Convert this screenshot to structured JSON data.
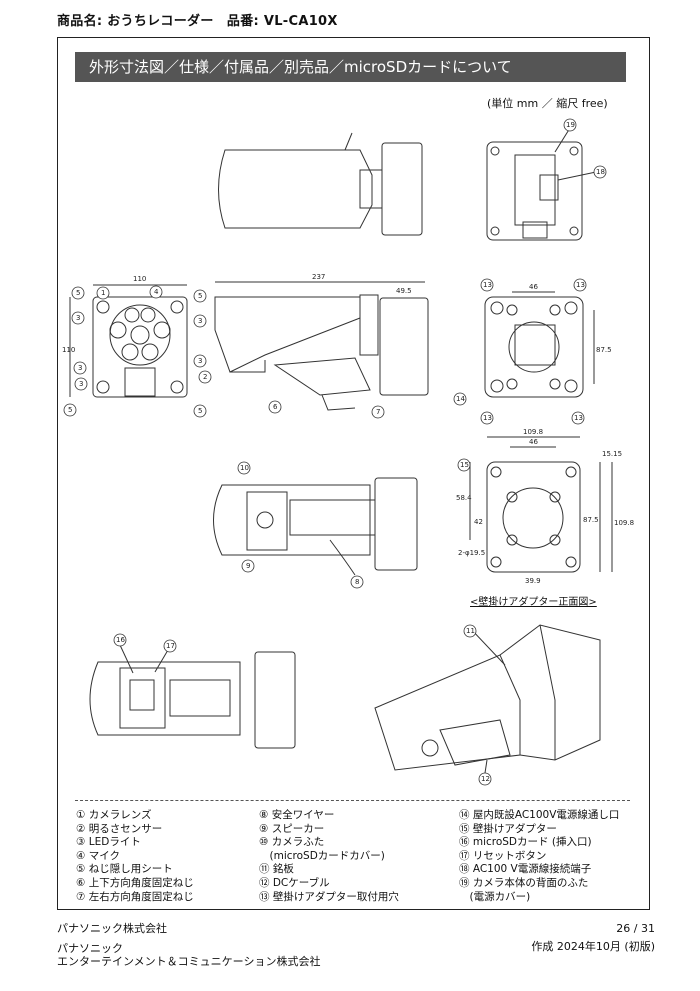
{
  "header": {
    "product_label": "商品名: おうちレコーダー　品番: VL-CA10X"
  },
  "section_title": "外形寸法図／仕様／付属品／別売品／microSDカードについて",
  "scale_note": "(単位 mm ／ 縮尺 free)",
  "drawing": {
    "dims": {
      "d110_top": "110",
      "d110_side": "110",
      "d237": "237",
      "d49_5": "49.5",
      "d46_a": "46",
      "d87_5_a": "87.5",
      "d109_8_top": "109.8",
      "d46_b": "46",
      "d15_15": "15.15",
      "d58_4": "58.4",
      "d42": "42",
      "d87_5_b": "87.5",
      "d109_8_right": "109.8",
      "d2_phi": "2-φ19.5",
      "d39_9": "39.9"
    },
    "callouts": [
      "1",
      "2",
      "3",
      "4",
      "5",
      "6",
      "7",
      "8",
      "9",
      "10",
      "11",
      "12",
      "13",
      "14",
      "15",
      "16",
      "17",
      "18",
      "19"
    ],
    "adapter_caption": "<壁掛けアダプター正面図>"
  },
  "legend": {
    "col1": [
      "① カメラレンズ",
      "② 明るさセンサー",
      "③ LEDライト",
      "④ マイク",
      "⑤ ねじ隠し用シート",
      "⑥ 上下方向角度固定ねじ",
      "⑦ 左右方向角度固定ねじ"
    ],
    "col2": [
      "⑧ 安全ワイヤー",
      "⑨ スピーカー",
      "⑩ カメラふた",
      "　(microSDカードカバー)",
      "⑪ 銘板",
      "⑫ DCケーブル",
      "⑬ 壁掛けアダプター取付用穴"
    ],
    "col3": [
      "⑭ 屋内既設AC100V電源線通し口",
      "⑮ 壁掛けアダプター",
      "⑯ microSDカード (挿入口)",
      "⑰ リセットボタン",
      "⑱ AC100 V電源線接続端子",
      "⑲ カメラ本体の背面のふた",
      "　(電源カバー)"
    ]
  },
  "footer": {
    "company1": "パナソニック株式会社",
    "company2a": "パナソニック",
    "company2b": "エンターテインメント＆コミュニケーション株式会社",
    "page": "26 / 31",
    "created": "作成 2024年10月 (初版)"
  }
}
